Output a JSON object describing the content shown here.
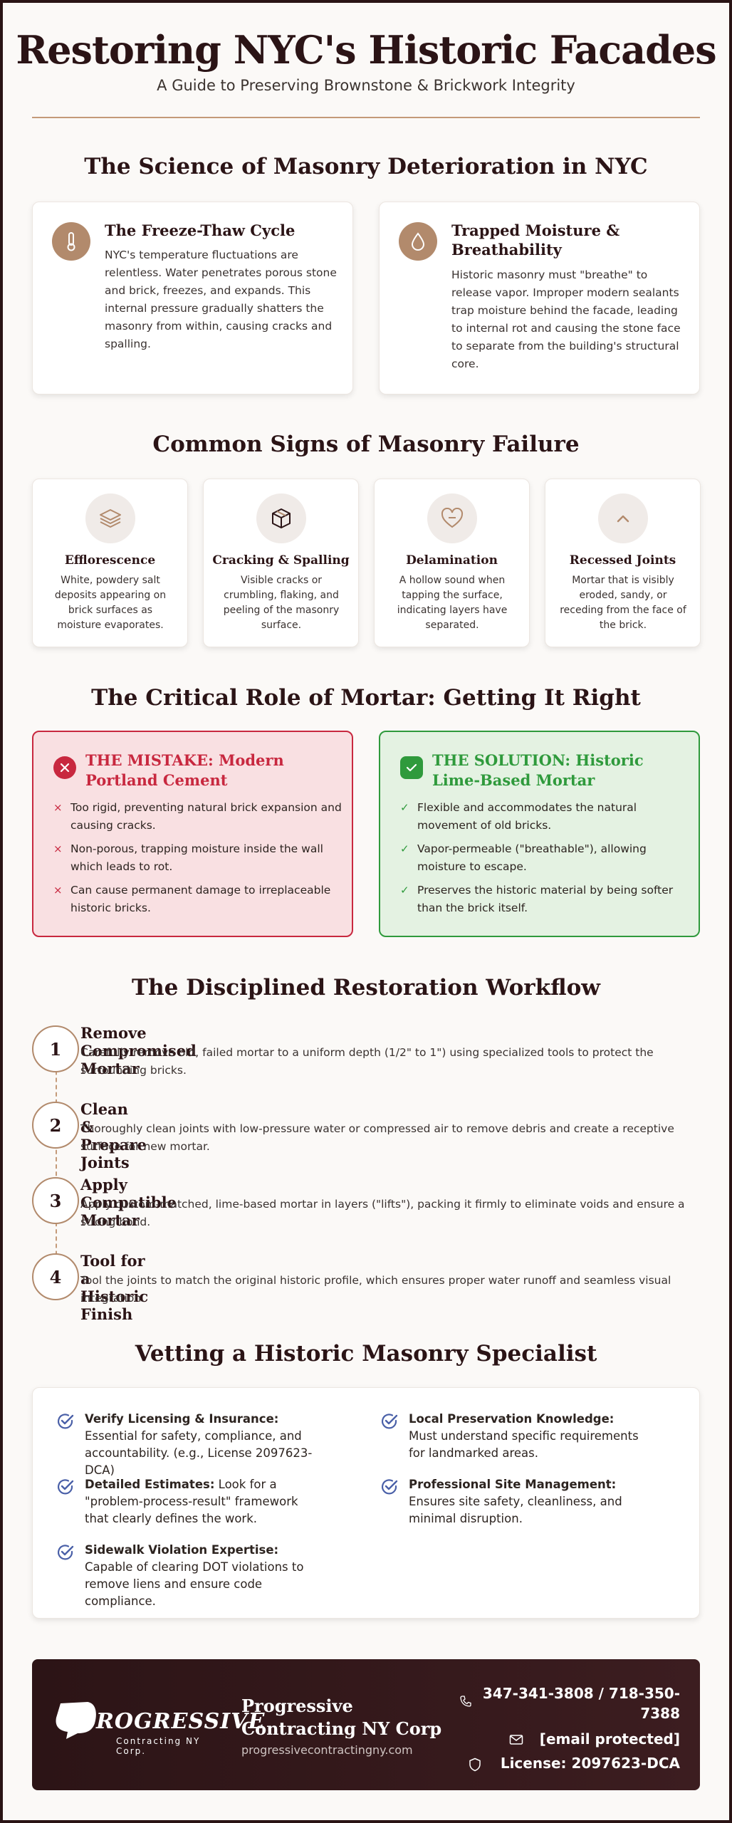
{
  "header": {
    "title": "Restoring NYC's Historic Facades",
    "subtitle": "A Guide to Preserving Brownstone & Brickwork Integrity"
  },
  "science": {
    "heading": "The Science of Masonry Deterioration in NYC",
    "cards": [
      {
        "icon": "thermometer-icon",
        "title": "The Freeze-Thaw Cycle",
        "text": "NYC's temperature fluctuations are relentless. Water penetrates porous stone and brick, freezes, and expands. This internal pressure gradually shatters the masonry from within, causing cracks and spalling."
      },
      {
        "icon": "water-drop-icon",
        "title": "Trapped Moisture & Breathability",
        "text": "Historic masonry must \"breathe\" to release vapor. Improper modern sealants trap moisture behind the facade, leading to internal rot and causing the stone face to separate from the building's structural core."
      }
    ]
  },
  "signs": {
    "heading": "Common Signs of Masonry Failure",
    "items": [
      {
        "icon": "layers-icon",
        "title": "Efflorescence",
        "text": "White, powdery salt deposits appearing on brick surfaces as moisture evaporates."
      },
      {
        "icon": "box-icon",
        "title": "Cracking & Spalling",
        "text": "Visible cracks or crumbling, flaking, and peeling of the masonry surface."
      },
      {
        "icon": "heart-icon",
        "title": "Delamination",
        "text": "A hollow sound when tapping the surface, indicating layers have separated."
      },
      {
        "icon": "chevron-up-icon",
        "title": "Recessed Joints",
        "text": "Mortar that is visibly eroded, sandy, or receding from the face of the brick."
      }
    ]
  },
  "mortar": {
    "heading": "The Critical Role of Mortar: Getting It Right",
    "mistake": {
      "title": "THE MISTAKE: Modern Portland Cement",
      "mark": "×",
      "items": [
        "Too rigid, preventing natural brick expansion and causing cracks.",
        "Non-porous, trapping moisture inside the wall which leads to rot.",
        "Can cause permanent damage to irreplaceable historic bricks."
      ]
    },
    "solution": {
      "title": "THE SOLUTION: Historic Lime-Based Mortar",
      "mark": "✓",
      "items": [
        "Flexible and accommodates the natural movement of old bricks.",
        "Vapor-permeable (\"breathable\"), allowing moisture to escape.",
        "Preserves the historic material by being softer than the brick itself."
      ]
    },
    "colors": {
      "mistake": "#c8283f",
      "solution": "#2f9a3c"
    }
  },
  "workflow": {
    "heading": "The Disciplined Restoration Workflow",
    "steps": [
      {
        "num": "1",
        "title": "Remove Compromised Mortar",
        "text": "Carefully remove old, failed mortar to a uniform depth (1/2\" to 1\") using specialized tools to protect the surrounding bricks."
      },
      {
        "num": "2",
        "title": "Clean & Prepare Joints",
        "text": "Thoroughly clean joints with low-pressure water or compressed air to remove debris and create a receptive surface for new mortar."
      },
      {
        "num": "3",
        "title": "Apply Compatible Mortar",
        "text": "Apply custom-matched, lime-based mortar in layers (\"lifts\"), packing it firmly to eliminate voids and ensure a strong bond."
      },
      {
        "num": "4",
        "title": "Tool for a Historic Finish",
        "text": "Tool the joints to match the original historic profile, which ensures proper water runoff and seamless visual integration."
      }
    ]
  },
  "vetting": {
    "heading": "Vetting a Historic Masonry Specialist",
    "items": [
      {
        "label": "Verify Licensing & Insurance:",
        "text": " Essential for safety, compliance, and accountability. (e.g., License 2097623-DCA)"
      },
      {
        "label": "Local Preservation Knowledge:",
        "text": " Must understand specific requirements for landmarked areas."
      },
      {
        "label": "Detailed Estimates:",
        "text": " Look for a \"problem-process-result\" framework that clearly defines the work."
      },
      {
        "label": "Professional Site Management:",
        "text": " Ensures site safety, cleanliness, and minimal disruption."
      },
      {
        "label": "Sidewalk Violation Expertise:",
        "text": " Capable of clearing DOT violations to remove liens and ensure code compliance."
      }
    ]
  },
  "footer": {
    "logo_main": "ROGRESSIVE",
    "logo_sub": "Contracting NY Corp.",
    "company": "Progressive Contracting NY Corp",
    "website": "progressivecontractingny.com",
    "phone": "347-341-3808 / 718-350-7388",
    "email": "[email protected]",
    "license": "License: 2097623-DCA"
  },
  "colors": {
    "brand": "#2b1416",
    "accent": "#b28a6c",
    "check": "#4a60a8"
  }
}
